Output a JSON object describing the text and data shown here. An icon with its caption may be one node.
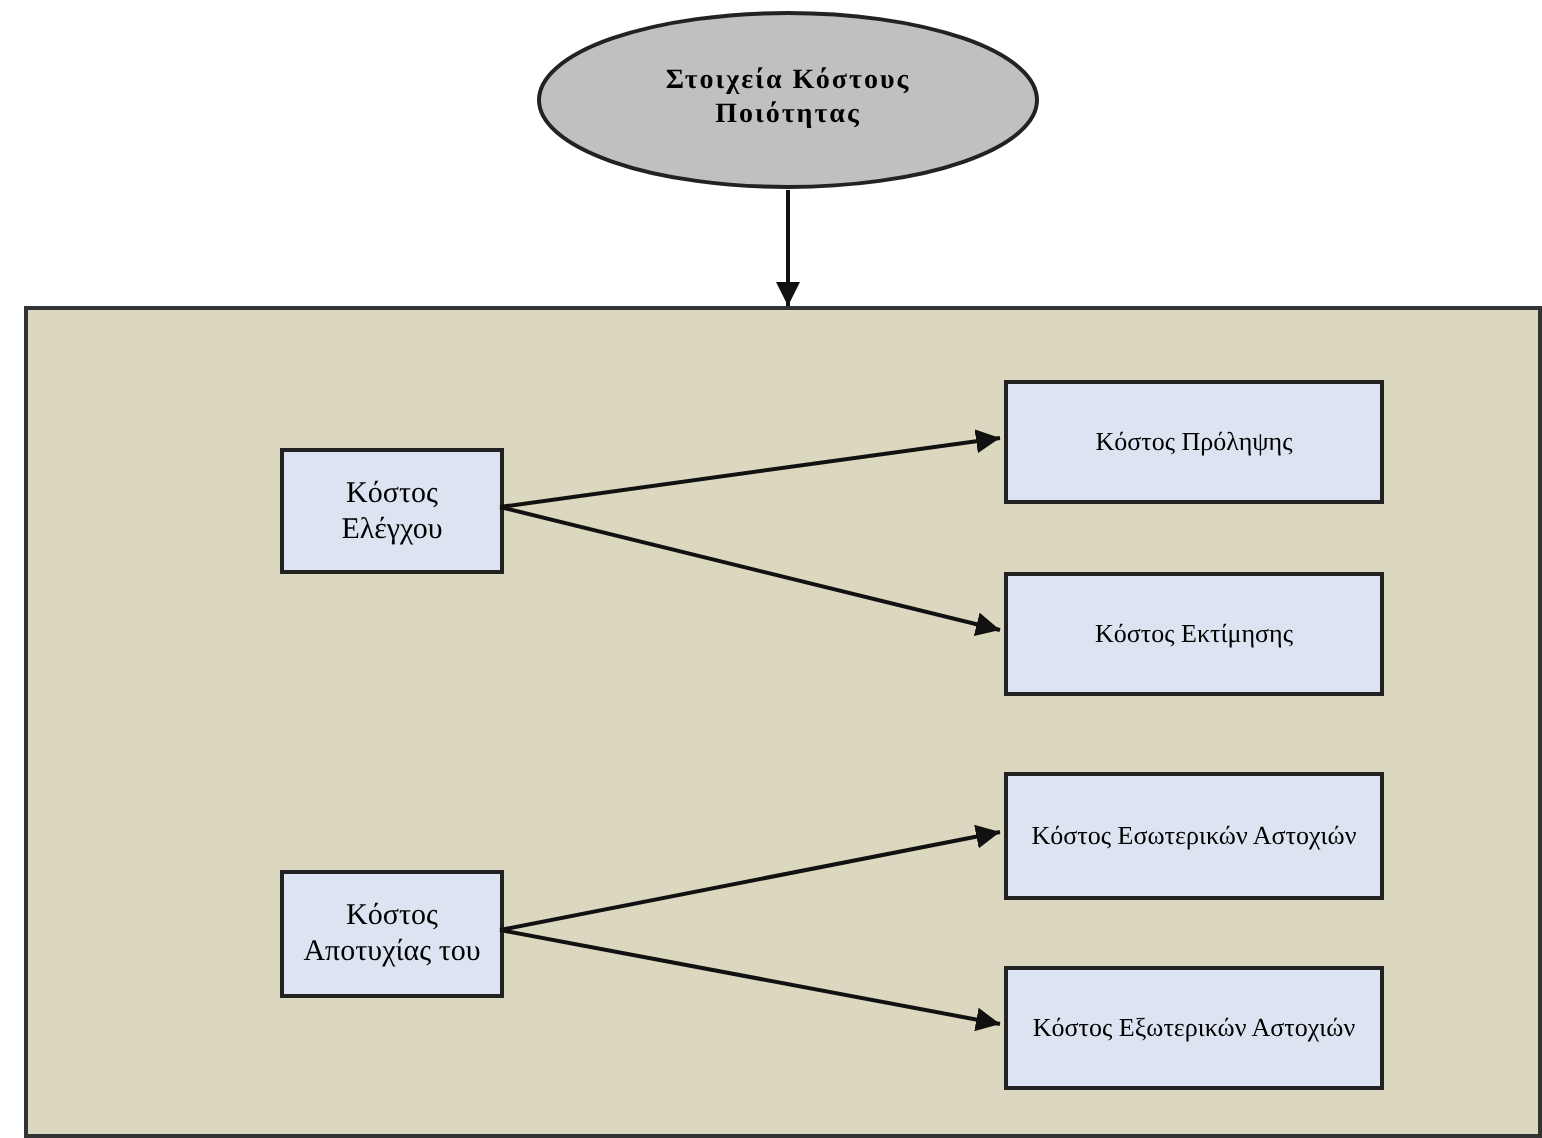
{
  "diagram": {
    "nodes": [
      {
        "text": [
          "Στοιχεία Κόστους Ποιότητας"
        ]
      },
      {
        "text": [],
        "shape": "box"
      },
      {
        "text": [
          "Κόστος Ελέγχου"
        ],
        "in": 1
      },
      {
        "text": [
          "Κόστος Πρόληψης"
        ],
        "in": 1
      },
      {
        "text": [
          "Κόστος Εκτίμησης"
        ],
        "in": 1
      },
      {
        "text": [
          "Κόστος Αποτυχίας του"
        ],
        "in": 1
      },
      {
        "text": [
          "Κόστος Εσωτερικών Αστοχιών"
        ],
        "in": 1
      },
      {
        "text": [
          "Κόστος Εξωτερικών Αστοχιών"
        ],
        "in": 1
      }
    ],
    "edges": [
      {
        "from": 0,
        "to": 1,
        "arrow": "to"
      },
      {
        "from": 2,
        "to": 3,
        "arrow": "to"
      },
      {
        "from": 2,
        "to": 4,
        "arrow": "to"
      },
      {
        "from": 5,
        "to": 6,
        "arrow": "to"
      },
      {
        "from": 5,
        "to": 7,
        "arrow": "to"
      }
    ]
  }
}
